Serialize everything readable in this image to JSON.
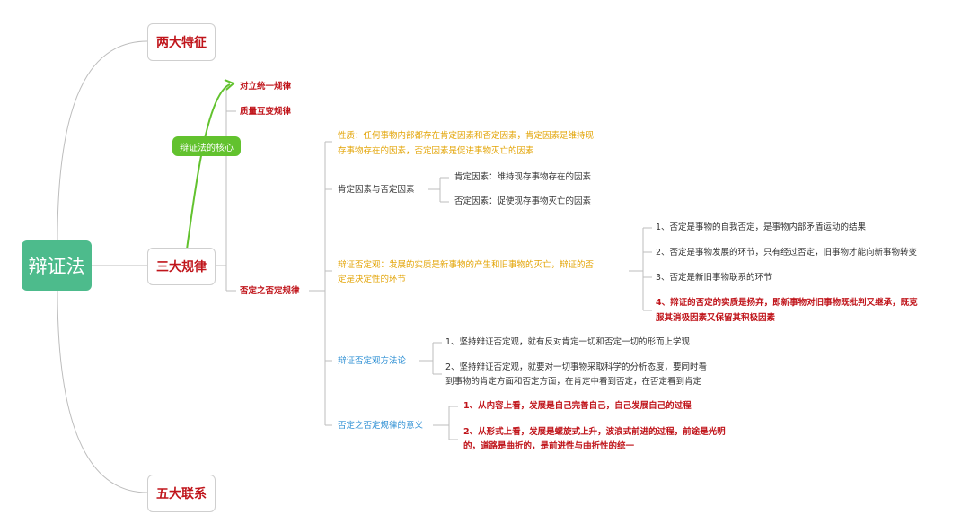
{
  "root": {
    "label": "辩证法"
  },
  "branches": {
    "two_features": "两大特征",
    "three_laws": "三大规律",
    "five_relations": "五大联系"
  },
  "laws": {
    "unity_of_opposites": "对立统一规律",
    "quality_quantity": "质量互变规律",
    "negation_of_negation": "否定之否定规律"
  },
  "core_tag": "辩证法的核心",
  "negation": {
    "nature": {
      "line1": "性质：任何事物内部都存在肯定因素和否定因素，肯定因素是维持现",
      "line2": "存事物存在的因素，否定因素是促进事物灭亡的因素"
    },
    "factors": {
      "label": "肯定因素与否定因素",
      "positive": "肯定因素：维持现存事物存在的因素",
      "negative": "否定因素：促使现存事物灭亡的因素"
    },
    "dialectical_negation": {
      "line1": "辩证否定观：发展的实质是新事物的产生和旧事物的灭亡，辩证的否",
      "line2": "定是决定性的环节",
      "points": {
        "p1": "1、否定是事物的自我否定，是事物内部矛盾运动的结果",
        "p2": "2、否定是事物发展的环节，只有经过否定，旧事物才能向新事物转变",
        "p3": "3、否定是新旧事物联系的环节",
        "p4_line1": "4、辩证的否定的实质是扬弃，即新事物对旧事物既批判又继承，既克",
        "p4_line2": "服其消极因素又保留其积极因素"
      }
    },
    "methodology": {
      "label": "辩证否定观方法论",
      "m1": "1、坚持辩证否定观，就有反对肯定一切和否定一切的形而上学观",
      "m2_line1": "2、坚持辩证否定观，就要对一切事物采取科学的分析态度，要同时看",
      "m2_line2": "到事物的肯定方面和否定方面，在肯定中看到否定，在否定看到肯定"
    },
    "significance": {
      "label": "否定之否定规律的意义",
      "s1": "1、从内容上看，发展是自己完善自己，自己发展自己的过程",
      "s2_line1": "2、从形式上看，发展是螺旋式上升，波浪式前进的过程，前途是光明",
      "s2_line2": "的，道路是曲折的，是前进性与曲折性的统一"
    }
  },
  "colors": {
    "root": "#4dbb8c",
    "tag": "#62c22e",
    "red": "#c0151b",
    "gold": "#e3a406",
    "blue": "#2f90d4",
    "connector": "#bdbdbd"
  }
}
